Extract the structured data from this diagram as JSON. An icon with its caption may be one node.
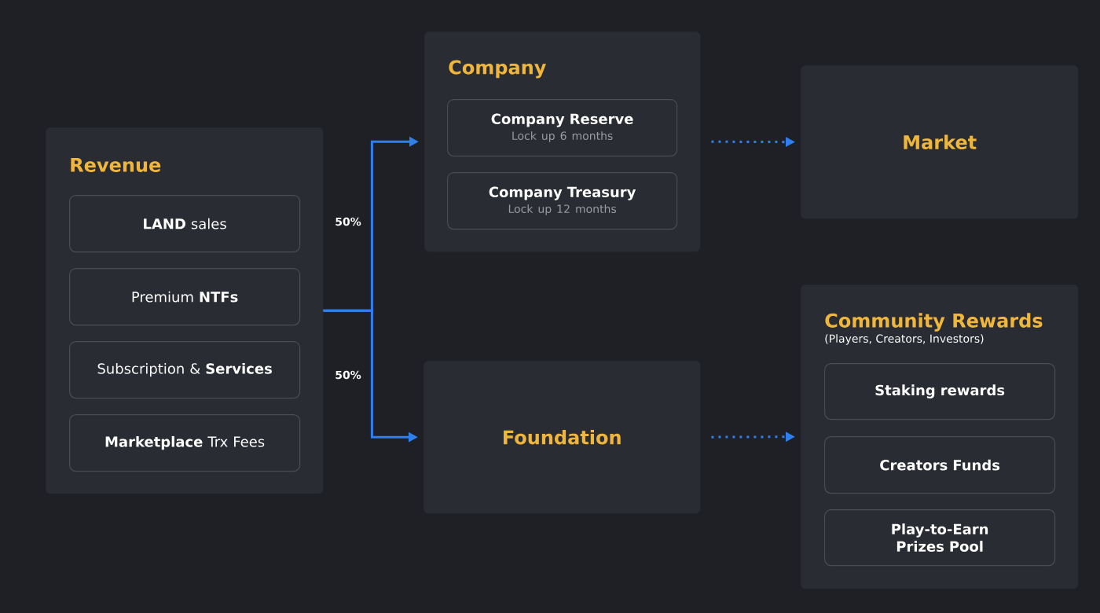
{
  "diagram": {
    "nodes": [
      {
        "text": [
          "Revenue"
        ]
      },
      {
        "text": [
          "**LAND** sales"
        ],
        "in": 0
      },
      {
        "text": [
          "Premium **NTFs**"
        ],
        "in": 0
      },
      {
        "text": [
          "Subscription & **Services**"
        ],
        "in": 0
      },
      {
        "text": [
          "**Marketplace** Trx Fees"
        ],
        "in": 0
      },
      {
        "text": [
          "Company"
        ]
      },
      {
        "text": [
          "Company Reserve",
          "Lock up 6 months"
        ],
        "in": 5
      },
      {
        "text": [
          "Company Treasury",
          "Lock up 12 months"
        ],
        "in": 5
      },
      {
        "text": [
          "Market"
        ]
      },
      {
        "text": [
          "Foundation"
        ]
      },
      {
        "text": [
          "Community Rewards",
          "(Players, Creators, Investors)"
        ]
      },
      {
        "text": [
          "Staking rewards"
        ],
        "in": 10
      },
      {
        "text": [
          "Creators Funds"
        ],
        "in": 10
      },
      {
        "text": [
          "Play-to-Earn Prizes Pool"
        ],
        "in": 10
      }
    ],
    "edges": [
      {
        "from": 0,
        "to": 5,
        "arrow": "to",
        "label": "50%"
      },
      {
        "from": 0,
        "to": 9,
        "arrow": "to",
        "label": "50%"
      },
      {
        "from": 5,
        "to": 8,
        "arrow": "to",
        "style": "dashed"
      },
      {
        "from": 9,
        "to": 10,
        "arrow": "to",
        "style": "dashed"
      }
    ]
  }
}
